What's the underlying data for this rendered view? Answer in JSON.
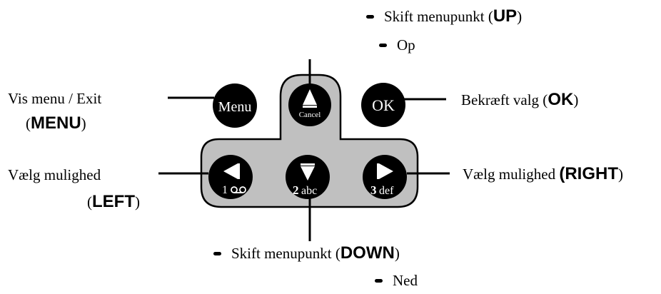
{
  "labels": {
    "up_text": "Skift menupunkt (",
    "up_key": "UP",
    "up_close": ")",
    "up_sub": "Op",
    "menu_line1": "Vis  menu  /  Exit",
    "menu_open": "(",
    "menu_key": "MENU",
    "menu_close": ")",
    "ok_text": "Bekræft valg (",
    "ok_key": "OK",
    "ok_close": ")",
    "left_line1": "Vælg mulighed",
    "left_open": "(",
    "left_key": "LEFT",
    "left_close": ")",
    "right_text": "Vælg mulighed ",
    "right_key": "(RIGHT",
    "right_close": ")",
    "down_text": "Skift menupunkt (",
    "down_key": "DOWN",
    "down_close": ")",
    "down_sub": "Ned"
  },
  "keys": {
    "menu": "Menu",
    "cancel": "Cancel",
    "ok": "OK",
    "left_digit": "1",
    "down_digit": "2",
    "down_letters": "abc",
    "right_digit": "3",
    "right_letters": "def"
  },
  "colors": {
    "keypad_panel": "#c0c0c0",
    "key": "#000000",
    "key_text": "#ffffff"
  }
}
